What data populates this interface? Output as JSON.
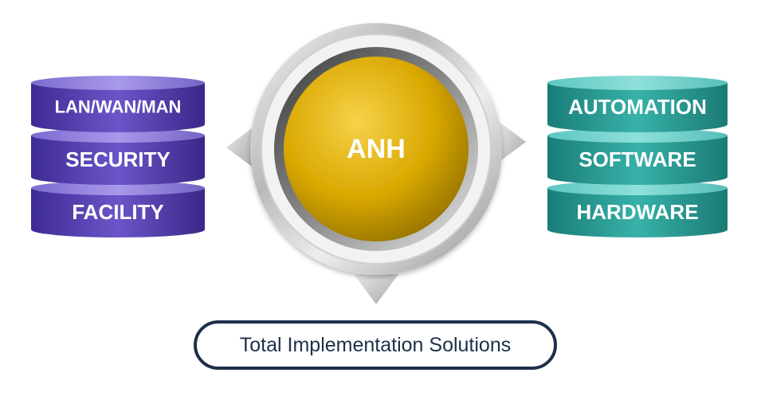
{
  "left_stack": {
    "layers": [
      "LAN/WAN/MAN",
      "SECURITY",
      "FACILITY"
    ]
  },
  "right_stack": {
    "layers": [
      "AUTOMATION",
      "SOFTWARE",
      "HARDWARE"
    ]
  },
  "center": {
    "label": "ANH"
  },
  "bottom": {
    "label": "Total Implementation Solutions"
  },
  "colors": {
    "left_stack": "#5a45b5",
    "right_stack": "#2e9e96",
    "center_gold": "#e3b400",
    "ring_silver": "#c8c8c8",
    "border_navy": "#1d2f4a"
  }
}
